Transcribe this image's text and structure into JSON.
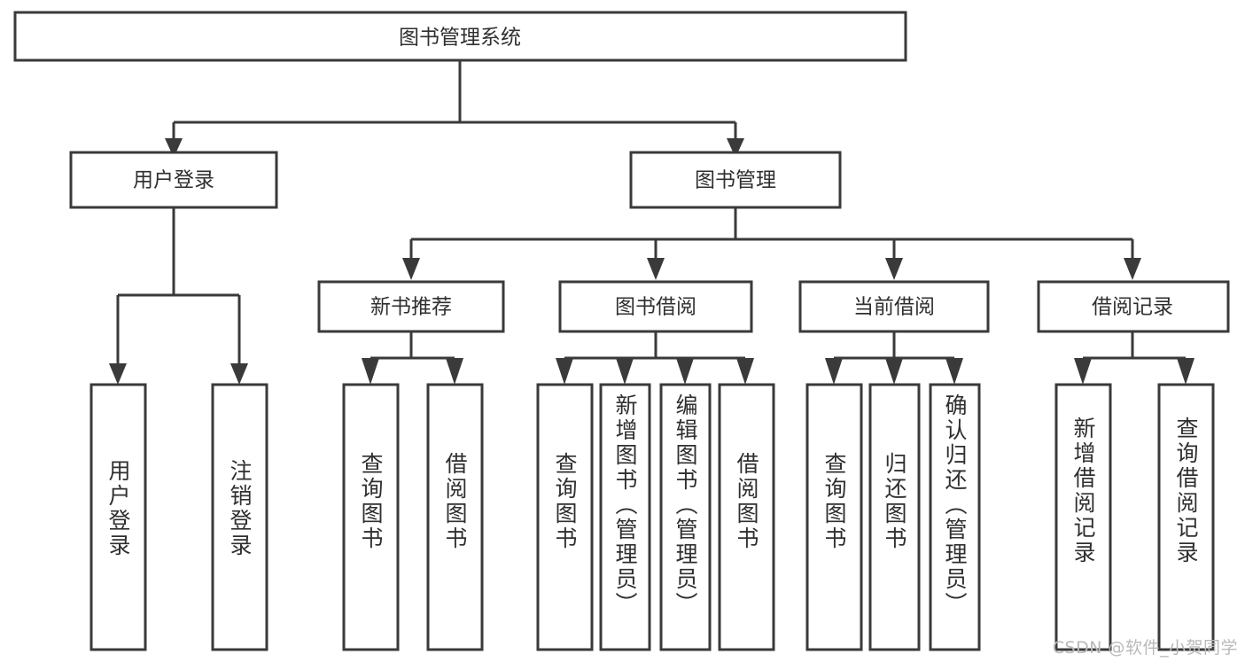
{
  "diagram": {
    "title": "图书管理系统",
    "type": "hierarchy-tree",
    "orientation": "top-down",
    "colors": {
      "stroke": "#3a3a3a",
      "text": "#2f2f2f",
      "box_fill": "#ffffff",
      "background": "#ffffff",
      "watermark": "#b9b9b9"
    },
    "root": {
      "label": "图书管理系统"
    },
    "level1": [
      {
        "label": "用户登录"
      },
      {
        "label": "图书管理"
      }
    ],
    "level2": [
      {
        "label": "新书推荐"
      },
      {
        "label": "图书借阅"
      },
      {
        "label": "当前借阅"
      },
      {
        "label": "借阅记录"
      }
    ],
    "leaves": {
      "user_login": [
        {
          "label": "用户登录"
        },
        {
          "label": "注销登录"
        }
      ],
      "new_book_recommend": [
        {
          "label": "查询图书"
        },
        {
          "label": "借阅图书"
        }
      ],
      "book_borrow": [
        {
          "label": "查询图书"
        },
        {
          "label": "新增图书（管理员）"
        },
        {
          "label": "编辑图书（管理员）"
        },
        {
          "label": "借阅图书"
        }
      ],
      "current_borrow": [
        {
          "label": "查询图书"
        },
        {
          "label": "归还图书"
        },
        {
          "label": "确认归还（管理员）"
        }
      ],
      "borrow_record": [
        {
          "label": "新增借阅记录"
        },
        {
          "label": "查询借阅记录"
        }
      ]
    },
    "watermark": "CSDN @软件_小贺同学"
  }
}
